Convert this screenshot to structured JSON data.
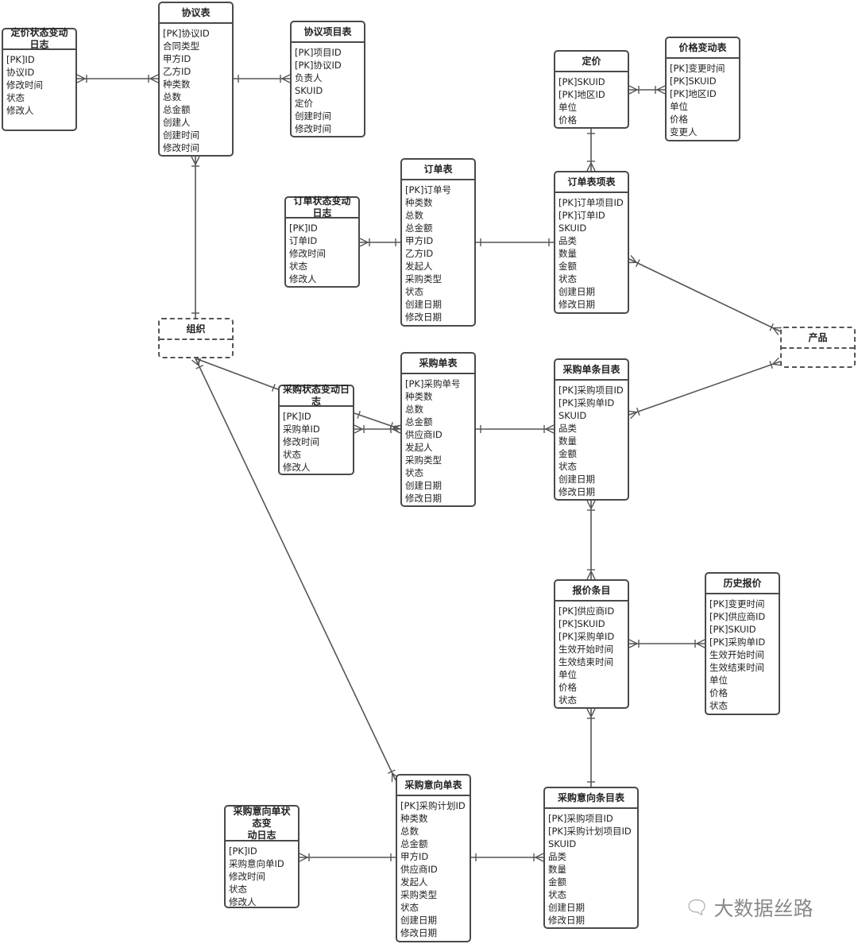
{
  "entities": {
    "pricing_status_log": {
      "title": "定价状态变动日志",
      "fields": [
        "[PK]ID",
        "协议ID",
        "修改时间",
        "状态",
        "修改人"
      ]
    },
    "agreement": {
      "title": "协议表",
      "fields": [
        "[PK]协议ID",
        "合同类型",
        "甲方ID",
        "乙方ID",
        "种类数",
        "总数",
        "总金额",
        "创建人",
        "创建时间",
        "修改时间"
      ]
    },
    "agreement_item": {
      "title": "协议项目表",
      "fields": [
        "[PK]项目ID",
        "[PK]协议ID",
        "负责人",
        "SKUID",
        "定价",
        "创建时间",
        "修改时间"
      ]
    },
    "pricing": {
      "title": "定价",
      "fields": [
        "[PK]SKUID",
        "[PK]地区ID",
        "单位",
        "价格"
      ]
    },
    "price_change": {
      "title": "价格变动表",
      "fields": [
        "[PK]变更时间",
        "[PK]SKUID",
        "[PK]地区ID",
        "单位",
        "价格",
        "变更人"
      ]
    },
    "order_status_log": {
      "title": "订单状态变动日志",
      "fields": [
        "[PK]ID",
        "订单ID",
        "修改时间",
        "状态",
        "修改人"
      ]
    },
    "order": {
      "title": "订单表",
      "fields": [
        "[PK]订单号",
        "种类数",
        "总数",
        "总金额",
        "甲方ID",
        "乙方ID",
        "发起人",
        "采购类型",
        "状态",
        "创建日期",
        "修改日期"
      ]
    },
    "order_item": {
      "title": "订单表项表",
      "fields": [
        "[PK]订单项目ID",
        "[PK]订单ID",
        "SKUID",
        "品类",
        "数量",
        "金额",
        "状态",
        "创建日期",
        "修改日期"
      ]
    },
    "organization": {
      "title": "组织",
      "fields": []
    },
    "product": {
      "title": "产品",
      "fields": []
    },
    "purchase_status_log": {
      "title": "采购状态变动日志",
      "fields": [
        "[PK]ID",
        "采购单ID",
        "修改时间",
        "状态",
        "修改人"
      ]
    },
    "purchase_order": {
      "title": "采购单表",
      "fields": [
        "[PK]采购单号",
        "种类数",
        "总数",
        "总金额",
        "供应商ID",
        "发起人",
        "采购类型",
        "状态",
        "创建日期",
        "修改日期"
      ]
    },
    "purchase_item": {
      "title": "采购单条目表",
      "fields": [
        "[PK]采购项目ID",
        "[PK]采购单ID",
        "SKUID",
        "品类",
        "数量",
        "金额",
        "状态",
        "创建日期",
        "修改日期"
      ]
    },
    "quote_item": {
      "title": "报价条目",
      "fields": [
        "[PK]供应商ID",
        "[PK]SKUID",
        "[PK]采购单ID",
        "生效开始时间",
        "生效结束时间",
        "单位",
        "价格",
        "状态"
      ]
    },
    "history_quote": {
      "title": "历史报价",
      "fields": [
        "[PK]变更时间",
        "[PK]供应商ID",
        "[PK]SKUID",
        "[PK]采购单ID",
        "生效开始时间",
        "生效结束时间",
        "单位",
        "价格",
        "状态"
      ]
    },
    "intent_status_log": {
      "title": "采购意向单状态变\n动日志",
      "fields": [
        "[PK]ID",
        "采购意向单ID",
        "修改时间",
        "状态",
        "修改人"
      ]
    },
    "intent_order": {
      "title": "采购意向单表",
      "fields": [
        "[PK]采购计划ID",
        "种类数",
        "总数",
        "总金额",
        "甲方ID",
        "供应商ID",
        "发起人",
        "采购类型",
        "状态",
        "创建日期",
        "修改日期"
      ]
    },
    "intent_item": {
      "title": "采购意向条目表",
      "fields": [
        "[PK]采购项目ID",
        "[PK]采购计划项目ID",
        "SKUID",
        "品类",
        "数量",
        "金额",
        "状态",
        "创建日期",
        "修改日期"
      ]
    }
  },
  "watermark": {
    "text": "大数据丝路",
    "icon": "wechat-icon"
  }
}
